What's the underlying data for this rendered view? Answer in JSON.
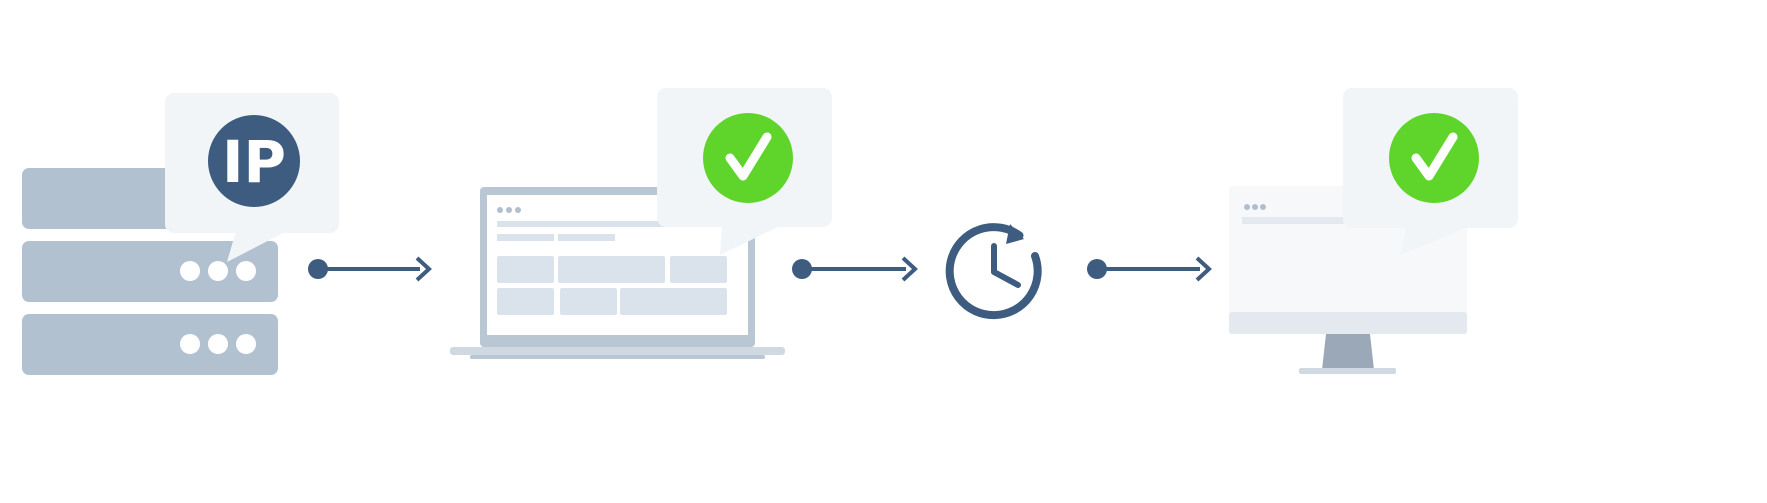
{
  "diagram": {
    "colors": {
      "server": "#b2c1d0",
      "server_dots": "#ffffff",
      "bubble": "#f2f5f8",
      "ip_badge": "#3d5c80",
      "check_badge": "#5fd52c",
      "check_mark": "#ffffff",
      "arrow": "#3d5c80",
      "laptop_frame": "#b9c6d3",
      "laptop_screen": "#ffffff",
      "laptop_cells": "#dae3eb",
      "monitor_screen": "#f7f8fa",
      "monitor_bar": "#e3e9ef",
      "monitor_stand": "#9aa8b7",
      "clock": "#3d5c80"
    },
    "nodes": [
      {
        "id": "server",
        "icon": "server-rack-icon",
        "badge": "IP"
      },
      {
        "id": "laptop",
        "icon": "laptop-icon",
        "badge": "checkmark-icon"
      },
      {
        "id": "clock",
        "icon": "clock-refresh-icon"
      },
      {
        "id": "monitor",
        "icon": "desktop-monitor-icon",
        "badge": "checkmark-icon"
      }
    ],
    "edges": [
      {
        "from": "server",
        "to": "laptop"
      },
      {
        "from": "laptop",
        "to": "clock"
      },
      {
        "from": "clock",
        "to": "monitor"
      }
    ],
    "ip_label": "IP"
  }
}
